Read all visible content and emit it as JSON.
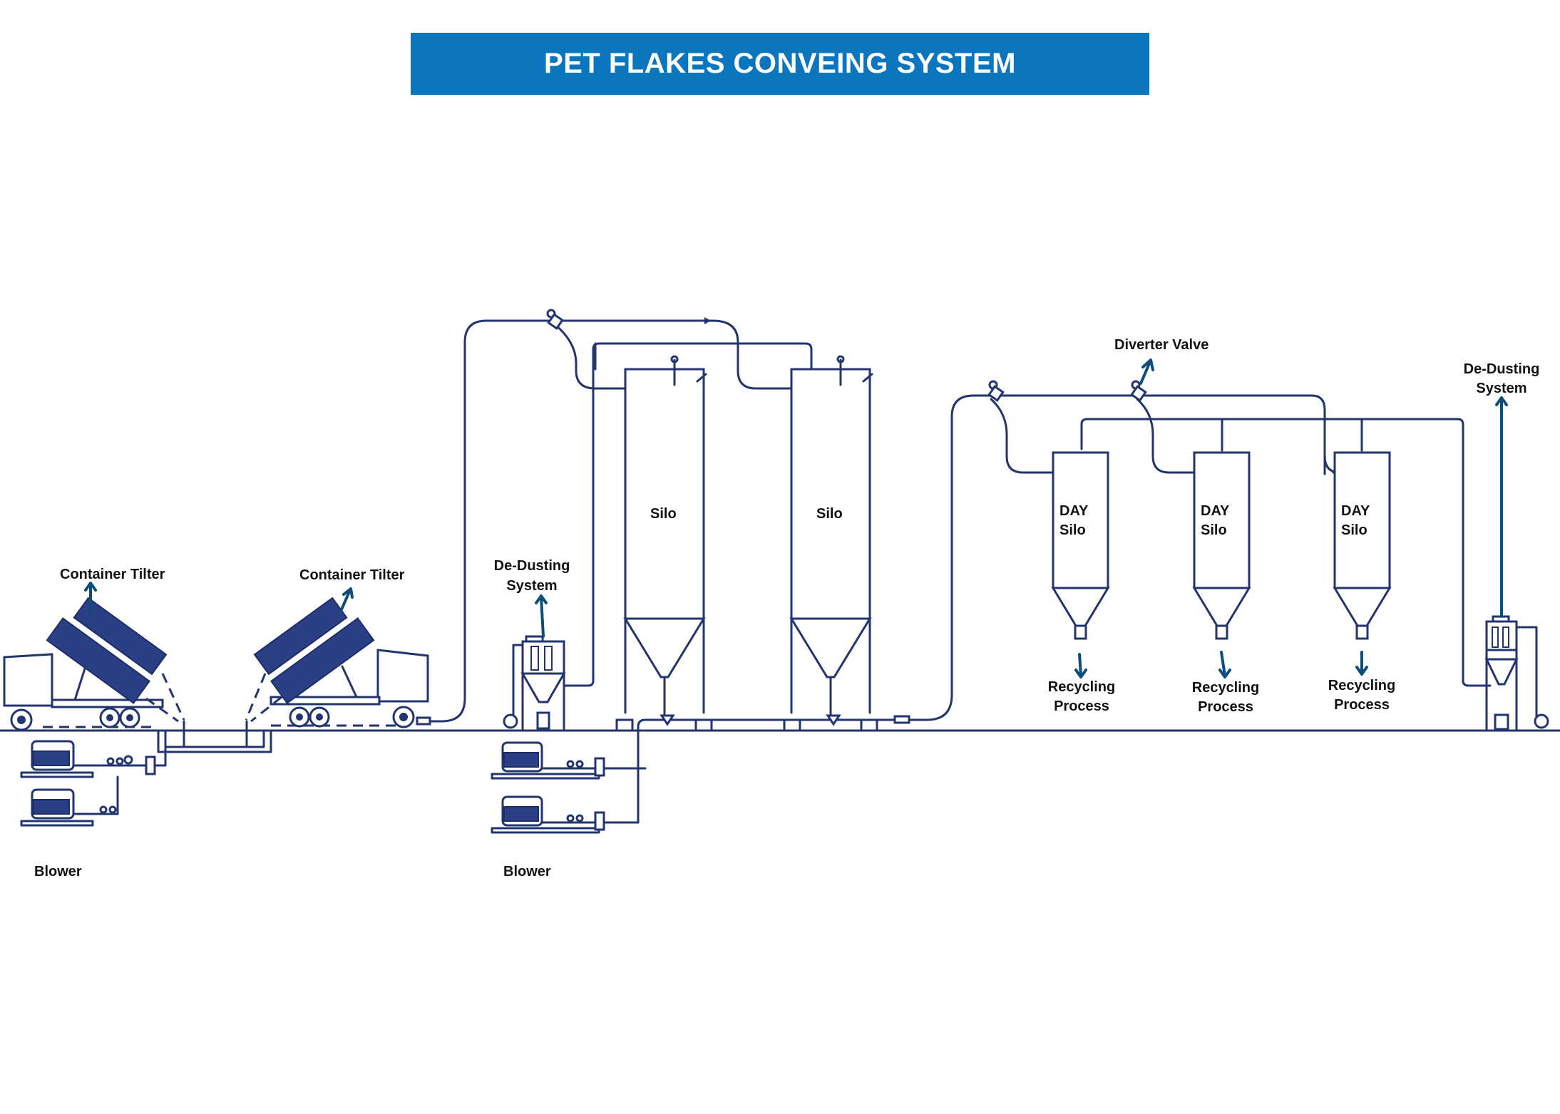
{
  "title": "PET FLAKES CONVEING SYSTEM",
  "colors": {
    "title_bar": "#0b76bd",
    "title_text": "#ffffff",
    "pipe": "#22356f",
    "callout_arrow": "#0d4d7a",
    "label_text": "#111111"
  },
  "labels": {
    "container_tilter_1": "Container Tilter",
    "container_tilter_2": "Container Tilter",
    "blower_1": "Blower",
    "blower_2": "Blower",
    "dedusting_1": [
      "De-Dusting",
      "System"
    ],
    "dedusting_2": [
      "De-Dusting",
      "System"
    ],
    "silo_1": "Silo",
    "silo_2": "Silo",
    "diverter_valve": "Diverter Valve",
    "day_silos": [
      {
        "line1": "DAY",
        "line2": "Silo"
      },
      {
        "line1": "DAY",
        "line2": "Silo"
      },
      {
        "line1": "DAY",
        "line2": "Silo"
      }
    ],
    "recycling": [
      {
        "line1": "Recycling",
        "line2": "Process"
      },
      {
        "line1": "Recycling",
        "line2": "Process"
      },
      {
        "line1": "Recycling",
        "line2": "Process"
      }
    ]
  }
}
